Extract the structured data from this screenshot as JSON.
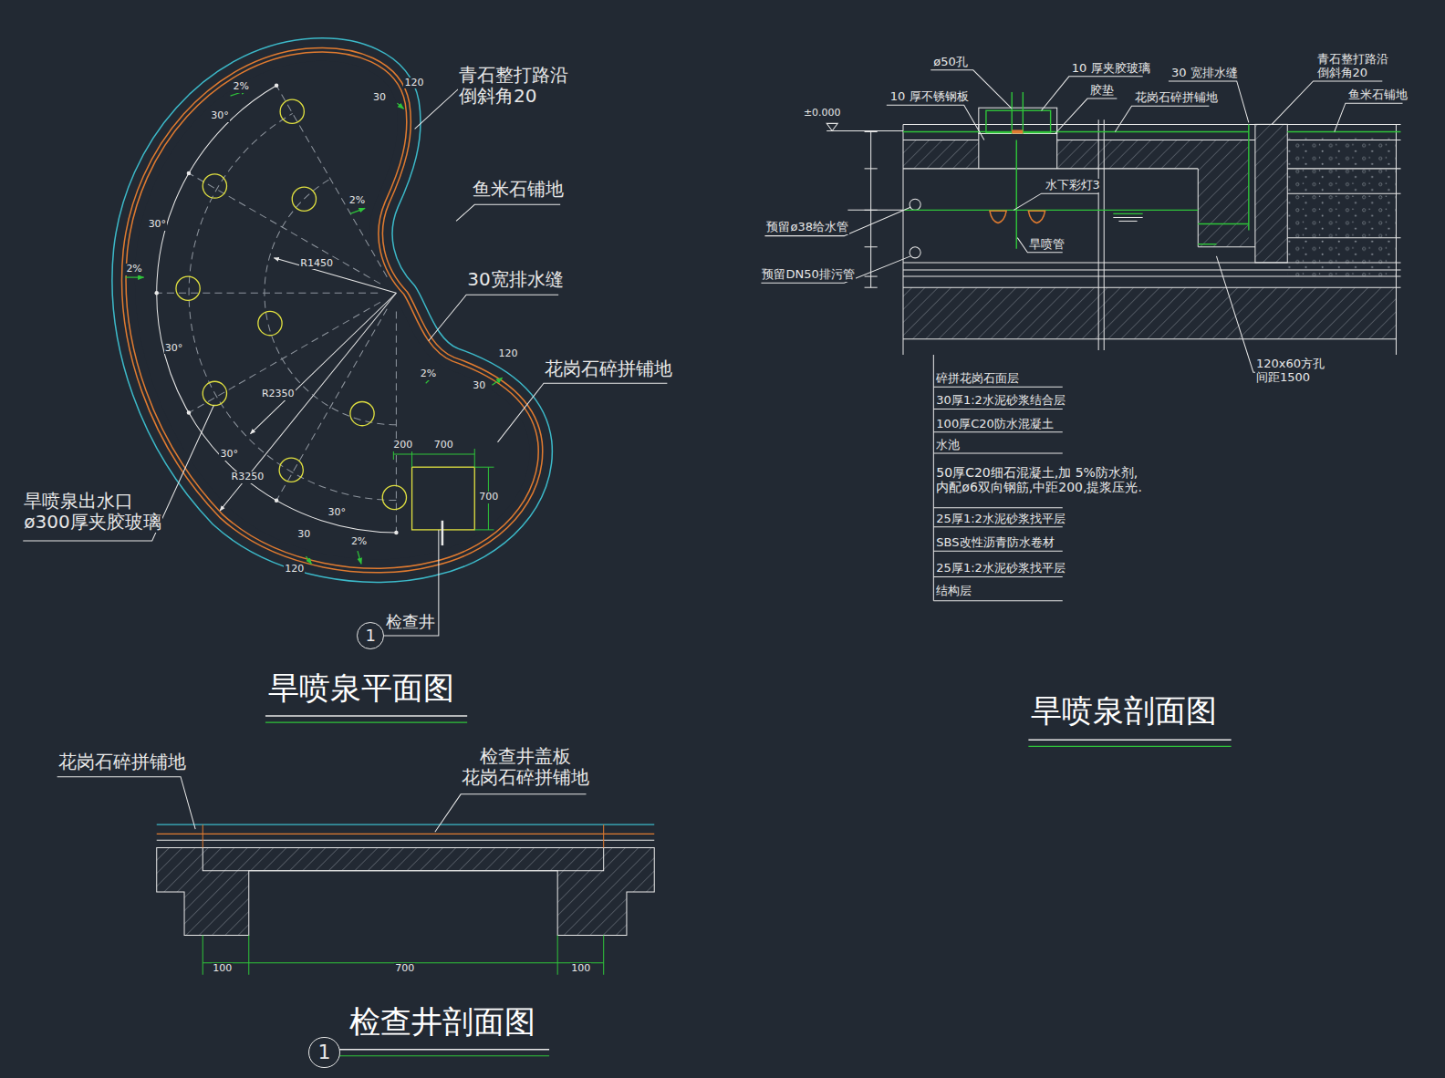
{
  "diagram": {
    "nodes": [
      {
        "text": [
          "1"
        ]
      },
      {
        "text": [
          "1"
        ]
      }
    ],
    "labels": [
      "青石整打路沿 倒斜角20",
      "120",
      "30",
      "2%",
      "30°",
      "2%",
      "鱼米石铺地",
      "30°",
      "2%",
      "R1450",
      "30宽排水缝",
      "30°",
      "2%",
      "120",
      "30",
      "花岗石碎拼铺地",
      "R2350",
      "R3250",
      "30°",
      "200",
      "700",
      "700",
      "30°",
      "2%",
      "30",
      "120",
      "旱喷泉出水口 ø300厚夹胶玻璃",
      "检查井",
      "旱喷泉平面图",
      "ø50孔",
      "10 厚夹胶玻璃",
      "30 宽排水缝",
      "青石整打路沿 倒斜角20",
      "10 厚不锈钢板",
      "胶垫",
      "花岗石碎拼铺地",
      "鱼米石铺地",
      "±0.000",
      "水下彩灯3",
      "预留ø38给水管",
      "旱喷管",
      "预留DN50排污管",
      "120x60方孔 间距1500",
      "碎拼花岗石面层",
      "30厚1:2水泥砂浆结合层",
      "100厚C20防水混凝土",
      "水池",
      "50厚C20细石混凝土,加 5%防水剂, 内配ø6双向钢筋,中距200,提浆压光.",
      "25厚1:2水泥砂浆找平层",
      "SBS改性沥青防水卷材",
      "25厚1:2水泥砂浆找平层",
      "结构层",
      "旱喷泉剖面图",
      "花岗石碎拼铺地",
      "检查井盖板 花岗石碎拼铺地",
      "100",
      "700",
      "100",
      "检查井剖面图"
    ]
  }
}
